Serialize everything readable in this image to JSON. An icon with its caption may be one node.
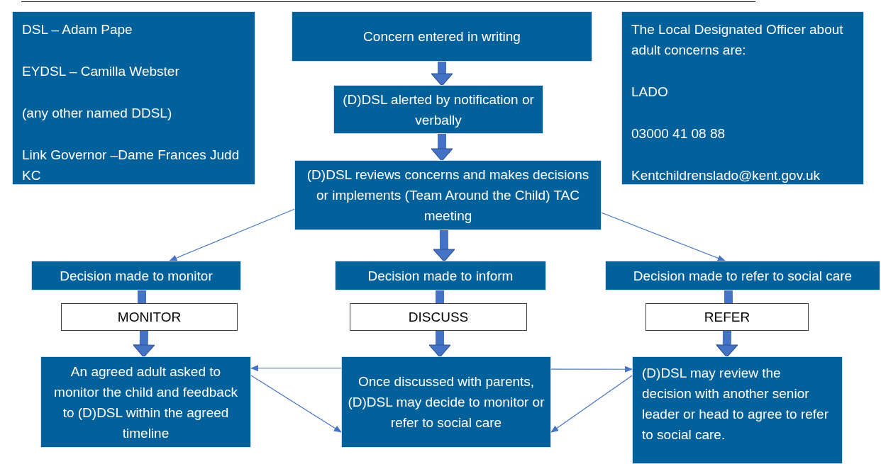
{
  "diagram": {
    "nodes": [
      {
        "text": [
          "DSL – Adam Pape",
          "EYDSL – Camilla Webster",
          "(any other named DDSL)",
          "Link Governor –Dame Frances Judd KC"
        ]
      },
      {
        "text": [
          "Concern entered in writing"
        ]
      },
      {
        "text": [
          "(D)DSL alerted by notification or verbally"
        ]
      },
      {
        "text": [
          "(D)DSL reviews concerns and makes decisions or implements (Team Around the Child) TAC meeting"
        ]
      },
      {
        "text": [
          "The Local Designated Officer about adult concerns are:",
          "LADO",
          "03000 41 08 88",
          "Kentchildrenslado@kent.gov.uk"
        ]
      },
      {
        "text": [
          "Decision made to monitor"
        ]
      },
      {
        "text": [
          "Decision made to inform"
        ]
      },
      {
        "text": [
          "Decision made to refer to social care"
        ]
      },
      {
        "text": [
          "MONITOR"
        ]
      },
      {
        "text": [
          "DISCUSS"
        ]
      },
      {
        "text": [
          "REFER"
        ]
      },
      {
        "text": [
          "An agreed adult asked to monitor the child and feedback to (D)DSL within the agreed timeline"
        ]
      },
      {
        "text": [
          "Once discussed with parents, (D)DSL may decide to monitor or refer to social care"
        ]
      },
      {
        "text": [
          "(D)DSL may review the decision with another senior leader or head to agree to refer to social care."
        ]
      }
    ],
    "edges": [
      {
        "from": 1,
        "to": 2,
        "arrow": "to"
      },
      {
        "from": 2,
        "to": 3,
        "arrow": "to"
      },
      {
        "from": 3,
        "to": 5,
        "arrow": "to"
      },
      {
        "from": 3,
        "to": 6,
        "arrow": "to"
      },
      {
        "from": 3,
        "to": 7,
        "arrow": "to"
      },
      {
        "from": 5,
        "to": 8,
        "arrow": "none"
      },
      {
        "from": 8,
        "to": 11,
        "arrow": "to"
      },
      {
        "from": 6,
        "to": 9,
        "arrow": "none"
      },
      {
        "from": 9,
        "to": 12,
        "arrow": "to"
      },
      {
        "from": 7,
        "to": 10,
        "arrow": "none"
      },
      {
        "from": 10,
        "to": 13,
        "arrow": "to"
      },
      {
        "from": 12,
        "to": 11,
        "arrow": "to"
      },
      {
        "from": 11,
        "to": 12,
        "arrow": "to"
      },
      {
        "from": 12,
        "to": 13,
        "arrow": "to"
      },
      {
        "from": 13,
        "to": 12,
        "arrow": "to"
      }
    ]
  }
}
